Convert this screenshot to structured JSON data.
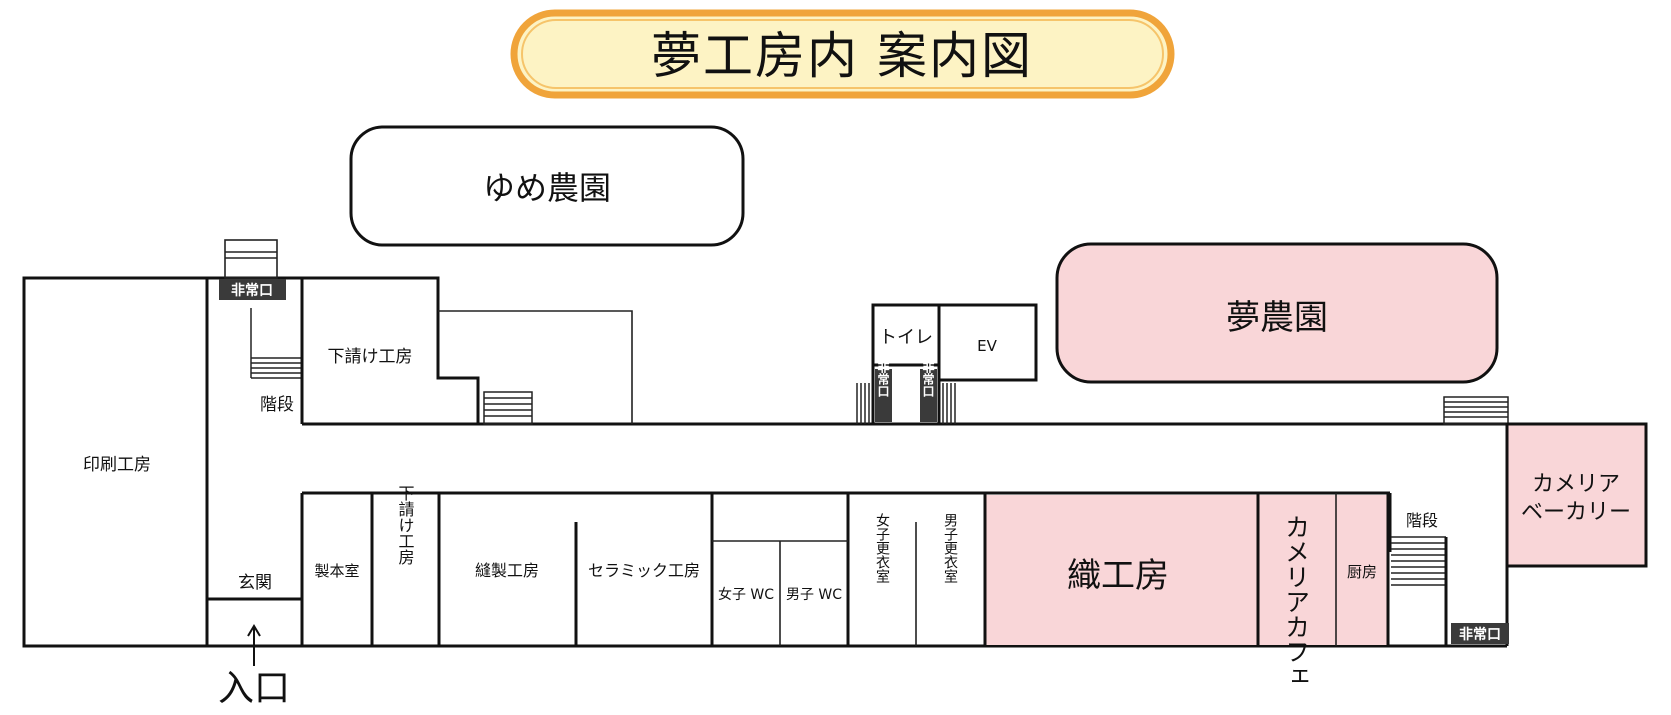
{
  "title": "夢工房内 案内図",
  "outdoor": {
    "yume_farm": "ゆめ農園",
    "yume_farm_kanji": "夢農園"
  },
  "rooms": {
    "print_workshop": "印刷工房",
    "subcontract_workshop_top": "下請け工房",
    "stairs_left": "階段",
    "entrance_hall": "玄関",
    "bookbinding": "製本室",
    "subcontract_workshop_vertical": "下請け工房",
    "sewing_workshop": "縫製工房",
    "ceramic_workshop": "セラミック工房",
    "womens_wc": "女子 WC",
    "mens_wc": "男子 WC",
    "womens_locker": "女子更衣室",
    "mens_locker": "男子更衣室",
    "weaving_workshop": "織工房",
    "camellia_cafe": "カメリアカフェ",
    "kitchen": "厨房",
    "stairs_right": "階段",
    "camellia_bakery_line1": "カメリア",
    "camellia_bakery_line2": "ベーカリー",
    "toilet": "トイレ",
    "elevator": "EV"
  },
  "emergency_exit": "非常口",
  "entrance_label": "入口",
  "colors": {
    "title_fill": "#fdf3c4",
    "title_border": "#f0a43a",
    "highlight_pink": "#f9d6d8",
    "line": "#111111"
  }
}
